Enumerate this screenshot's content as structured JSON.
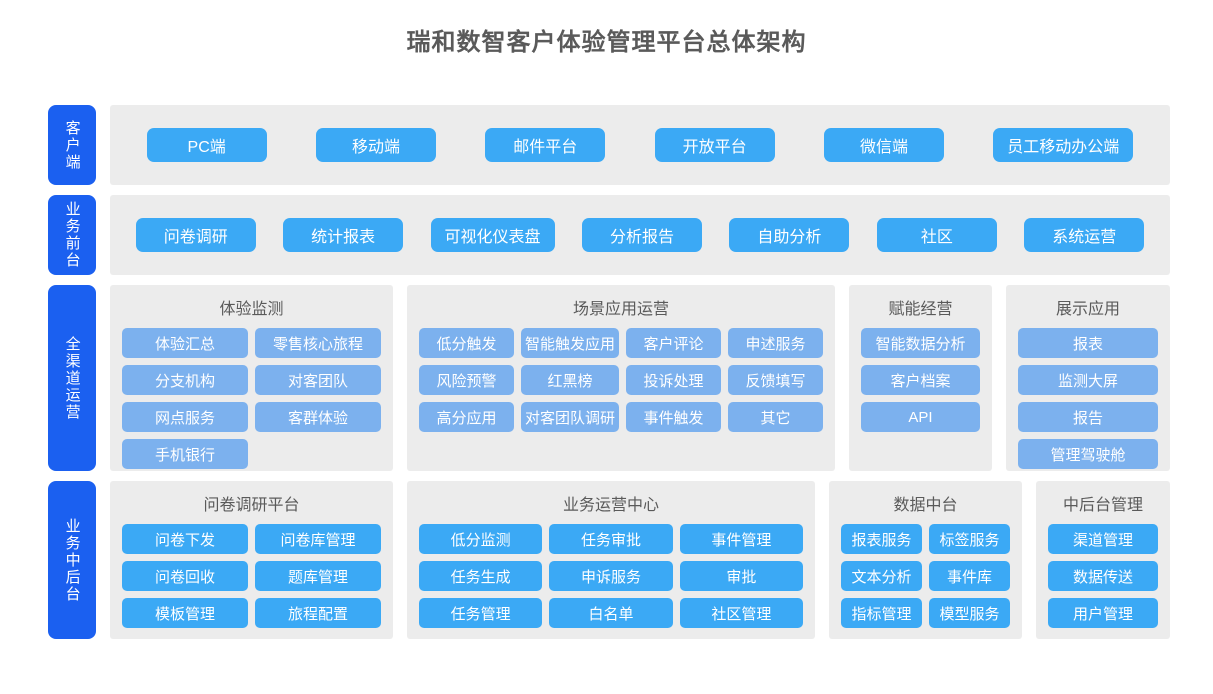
{
  "title": "瑞和数智客户体验管理平台总体架构",
  "colors": {
    "row_label": "#1b60f0",
    "chip_bright": "#3ba9f5",
    "chip_soft": "#7cb1ee",
    "panel_bg": "#ececec",
    "title_text": "#5a5a5a"
  },
  "rows": [
    {
      "label": "客户端",
      "type": "band",
      "items": [
        "PC端",
        "移动端",
        "邮件平台",
        "开放平台",
        "微信端",
        "员工移动办公端"
      ]
    },
    {
      "label": "业务前台",
      "type": "band",
      "items": [
        "问卷调研",
        "统计报表",
        "可视化仪表盘",
        "分析报告",
        "自助分析",
        "社区",
        "系统运营"
      ]
    },
    {
      "label": "全渠道运营",
      "type": "panels",
      "panels": [
        {
          "name": "体验监测",
          "columns": 2,
          "items": [
            "体验汇总",
            "零售核心旅程",
            "分支机构",
            "对客团队",
            "网点服务",
            "客群体验",
            "手机银行"
          ]
        },
        {
          "name": "场景应用运营",
          "columns": 4,
          "items": [
            "低分触发",
            "智能触发应用",
            "客户评论",
            "申述服务",
            "风险预警",
            "红黑榜",
            "投诉处理",
            "反馈填写",
            "高分应用",
            "对客团队调研",
            "事件触发",
            "其它"
          ]
        },
        {
          "name": "赋能经营",
          "columns": 1,
          "items": [
            "智能数据分析",
            "客户档案",
            "API"
          ]
        },
        {
          "name": "展示应用",
          "columns": 1,
          "items": [
            "报表",
            "监测大屏",
            "报告",
            "管理驾驶舱"
          ]
        }
      ]
    },
    {
      "label": "业务中后台",
      "type": "panels",
      "panels": [
        {
          "name": "问卷调研平台",
          "columns": 2,
          "items": [
            "问卷下发",
            "问卷库管理",
            "问卷回收",
            "题库管理",
            "模板管理",
            "旅程配置"
          ]
        },
        {
          "name": "业务运营中心",
          "columns": 3,
          "items": [
            "低分监测",
            "任务审批",
            "事件管理",
            "任务生成",
            "申诉服务",
            "审批",
            "任务管理",
            "白名单",
            "社区管理"
          ]
        },
        {
          "name": "数据中台",
          "columns": 2,
          "items": [
            "报表服务",
            "标签服务",
            "文本分析",
            "事件库",
            "指标管理",
            "模型服务"
          ]
        },
        {
          "name": "中后台管理",
          "columns": 1,
          "items": [
            "渠道管理",
            "数据传送",
            "用户管理"
          ]
        }
      ]
    }
  ]
}
